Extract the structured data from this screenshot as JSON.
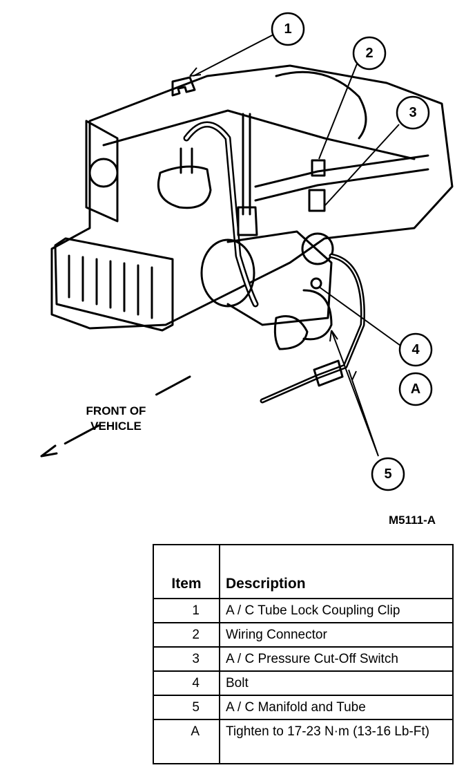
{
  "diagram": {
    "callouts": [
      "1",
      "2",
      "3",
      "4",
      "A",
      "5"
    ],
    "front_label_line1": "FRONT OF",
    "front_label_line2": "VEHICLE",
    "figure_code": "M5111-A"
  },
  "table": {
    "header_item": "Item",
    "header_description": "Description",
    "rows": [
      {
        "item": "1",
        "description": "A / C Tube Lock Coupling Clip"
      },
      {
        "item": "2",
        "description": "Wiring Connector"
      },
      {
        "item": "3",
        "description": "A / C Pressure Cut-Off Switch"
      },
      {
        "item": "4",
        "description": "Bolt"
      },
      {
        "item": "5",
        "description": "A / C Manifold and Tube"
      },
      {
        "item": "A",
        "description": "Tighten to 17-23 N·m (13-16 Lb-Ft)"
      }
    ]
  }
}
